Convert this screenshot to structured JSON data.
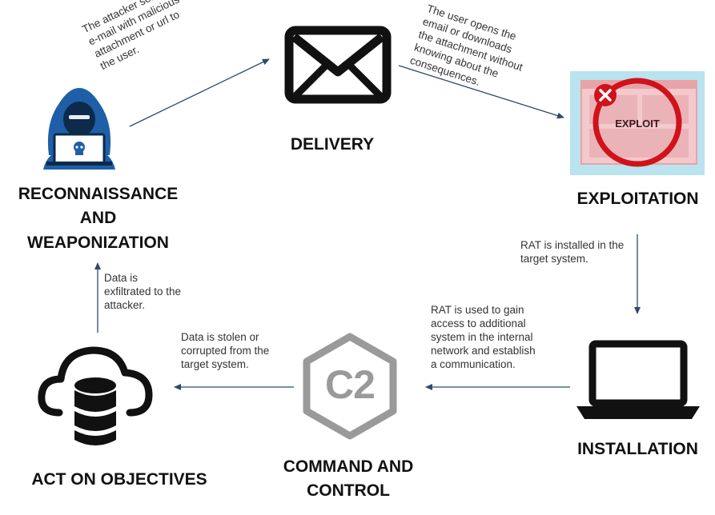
{
  "colors": {
    "arrow": "#2c4a6e",
    "hacker_hood": "#1e5fa8",
    "exploit_red": "#d0121b",
    "exploit_bg": "#b9e3ee",
    "c2_gray": "#9a9a9a",
    "ink": "#111111"
  },
  "stages": {
    "recon": "RECONNAISSANCE\nAND\nWEAPONIZATION",
    "delivery": "DELIVERY",
    "exploitation": "EXPLOITATION",
    "installation": "INSTALLATION",
    "c2": "COMMAND AND\nCONTROL",
    "objectives": "ACT ON OBJECTIVES"
  },
  "icons": {
    "recon": "hacker-icon",
    "delivery": "envelope-icon",
    "exploitation": "exploit-window-icon",
    "installation": "laptop-icon",
    "c2": "c2-hexagon-icon",
    "objectives": "cloud-database-icon"
  },
  "exploit_label": "EXPLOIT",
  "c2_label": "C2",
  "notes": {
    "attacker_sends": "The attacker sends an\ne-mail with malicious\nattachment or url to\nthe user.",
    "user_opens": "The user opens the\nemail or downloads\nthe attachment without\nknowing about the\nconsequences.",
    "rat_installed": "RAT is installed in the\ntarget system.",
    "rat_used": "RAT is used to gain\naccess to additional\nsystem in the internal\nnetwork and establish\na communication.",
    "data_stolen": "Data is stolen or\ncorrupted from the\ntarget system.",
    "data_exfiltrated": "Data is\nexfiltrated to the\nattacker."
  }
}
